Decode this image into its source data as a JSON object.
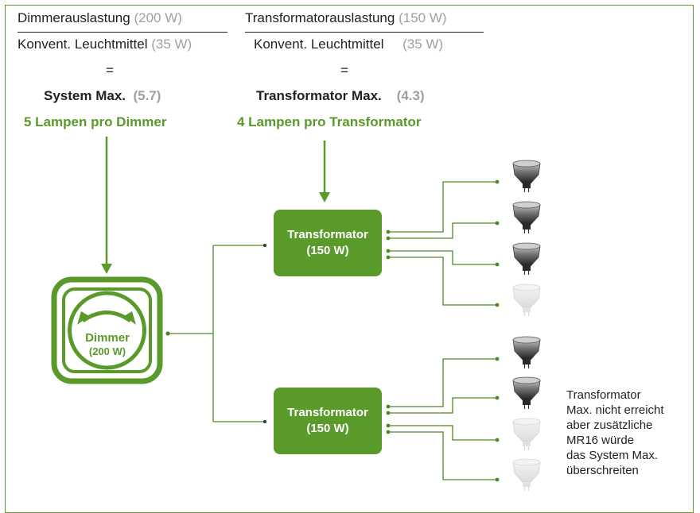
{
  "left_column": {
    "numerator_label": "Dimmerauslastung",
    "numerator_value": "(200 W)",
    "denominator_label": "Konvent. Leuchtmittel",
    "denominator_value": "(35 W)",
    "equals": "=",
    "result_label": "System Max.",
    "result_value": "(5.7)",
    "conclusion": "5 Lampen pro Dimmer"
  },
  "right_column": {
    "numerator_label": "Transformatorauslastung",
    "numerator_value": "(150 W)",
    "denominator_label": "Konvent. Leuchtmittel",
    "denominator_value": "(35 W)",
    "equals": "=",
    "result_label": "Transformator Max.",
    "result_value": "(4.3)",
    "conclusion": "4 Lampen pro Transformator"
  },
  "dimmer": {
    "label": "Dimmer",
    "watt": "(200 W)"
  },
  "transformers": [
    {
      "label": "Transformator",
      "watt": "(150 W)"
    },
    {
      "label": "Transformator",
      "watt": "(150 W)"
    }
  ],
  "lamp_groups": [
    {
      "lamps": [
        {
          "state": "on"
        },
        {
          "state": "on"
        },
        {
          "state": "on"
        },
        {
          "state": "off"
        }
      ]
    },
    {
      "lamps": [
        {
          "state": "on"
        },
        {
          "state": "on"
        },
        {
          "state": "off"
        },
        {
          "state": "off"
        }
      ]
    }
  ],
  "note": [
    "Transformator",
    "Max. nicht erreicht",
    "aber zusätzliche",
    "MR16 würde",
    "das System Max.",
    "überschreiten"
  ],
  "colors": {
    "accent": "#5a9a2a",
    "muted": "#a0a0a0",
    "text": "#222222"
  }
}
